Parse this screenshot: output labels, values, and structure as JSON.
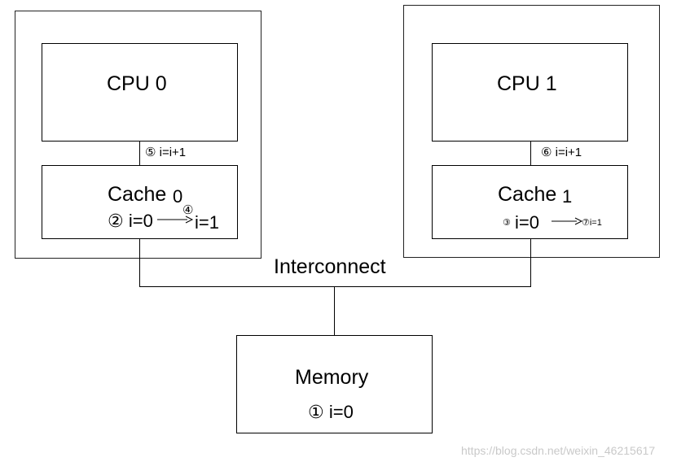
{
  "cpu0": {
    "title": "CPU 0",
    "step5": "⑤ i=i+1",
    "cache": {
      "title": "Cache",
      "index": "0",
      "step2": "② i=0",
      "step4_marker": "④",
      "result": "i=1"
    }
  },
  "cpu1": {
    "title": "CPU 1",
    "step6": "⑥ i=i+1",
    "cache": {
      "title": "Cache",
      "index": "1",
      "step3_marker": "③",
      "step3_value": "i=0",
      "result": "⑦i=1"
    }
  },
  "interconnect": {
    "label": "Interconnect"
  },
  "memory": {
    "title": "Memory",
    "step1": "① i=0"
  },
  "watermark": "https://blog.csdn.net/weixin_46215617"
}
